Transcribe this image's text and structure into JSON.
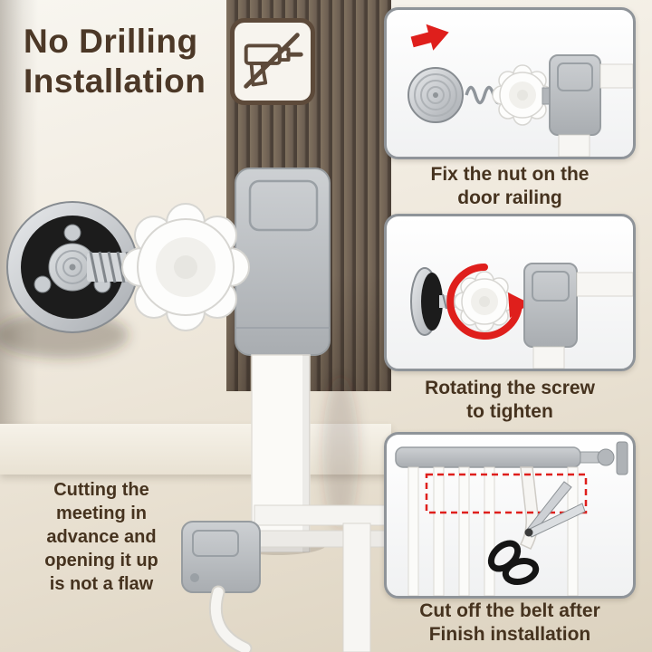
{
  "header": {
    "title_lines": [
      "No Drilling",
      "Installation"
    ]
  },
  "steps": [
    {
      "lines": [
        "Fix the nut on the",
        "door railing"
      ]
    },
    {
      "lines": [
        "Rotating the screw",
        "to tighten"
      ]
    },
    {
      "lines": [
        "Cut off the belt after",
        "Finish installation"
      ]
    }
  ],
  "note": {
    "lines": [
      "Cutting the",
      "meeting in",
      "advance and",
      "opening it up",
      "is not a flaw"
    ]
  },
  "icons": {
    "no_drilling": "drill-crossed-out",
    "step1_arrow": "red-arrow-right",
    "step2_rotation": "red-rotation-arrow",
    "step3_scissors": "scissors-cutting-belt"
  },
  "colors": {
    "accent_red": "#df1f1c",
    "text_brown": "#46331f",
    "panel_border": "#8f9499",
    "silver": "#b4b8bc",
    "knob_white": "#fdfdfc",
    "disc_black": "#1c1c1c",
    "background_beige": "#ece6da",
    "stripe_brown": "#6d5f52"
  }
}
